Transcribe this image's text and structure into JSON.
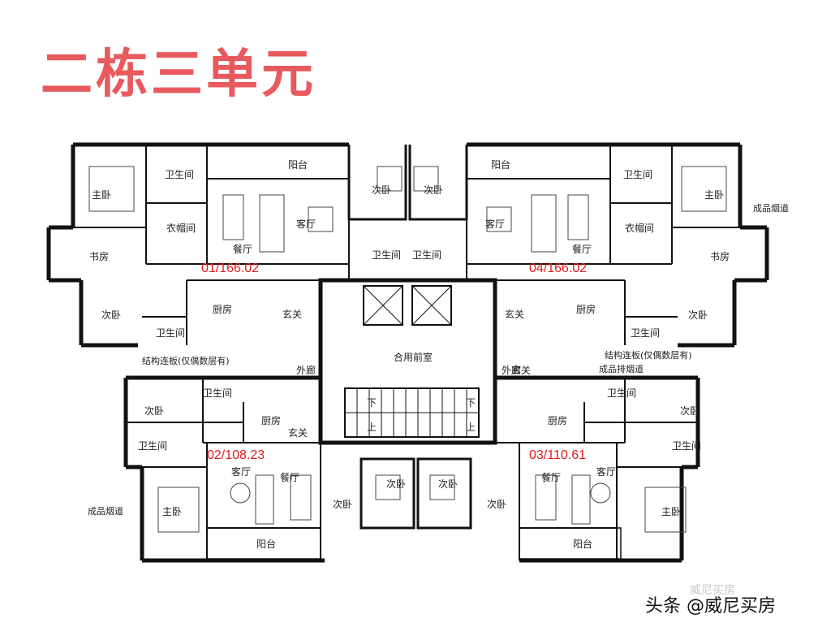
{
  "title": "二栋三单元",
  "units": [
    {
      "id": "u01",
      "label": "01/166.02"
    },
    {
      "id": "u04",
      "label": "04/166.02"
    },
    {
      "id": "u02",
      "label": "02/108.23"
    },
    {
      "id": "u03",
      "label": "03/110.61"
    }
  ],
  "rooms": {
    "master_bedroom": "主卧",
    "bathroom": "卫生间",
    "closet": "衣帽间",
    "study": "书房",
    "balcony": "阳台",
    "living_room": "客厅",
    "dining_room": "餐厅",
    "secondary_bedroom": "次卧",
    "kitchen": "厨房",
    "foyer": "玄关",
    "outer_corridor": "外廊",
    "shared_lobby": "合用前室",
    "down": "下",
    "up": "上"
  },
  "notes": {
    "structural_slab": "结构连板(仅偶数层有)",
    "flue_right": "成品烟道",
    "exhaust_flue": "成品排烟道",
    "flue_left": "成品烟道"
  },
  "watermark": {
    "text": "头条 @威尼买房",
    "ghost": "威尼买房"
  },
  "colors": {
    "title": "#e85a5e",
    "unit_label": "#e41a1c"
  }
}
